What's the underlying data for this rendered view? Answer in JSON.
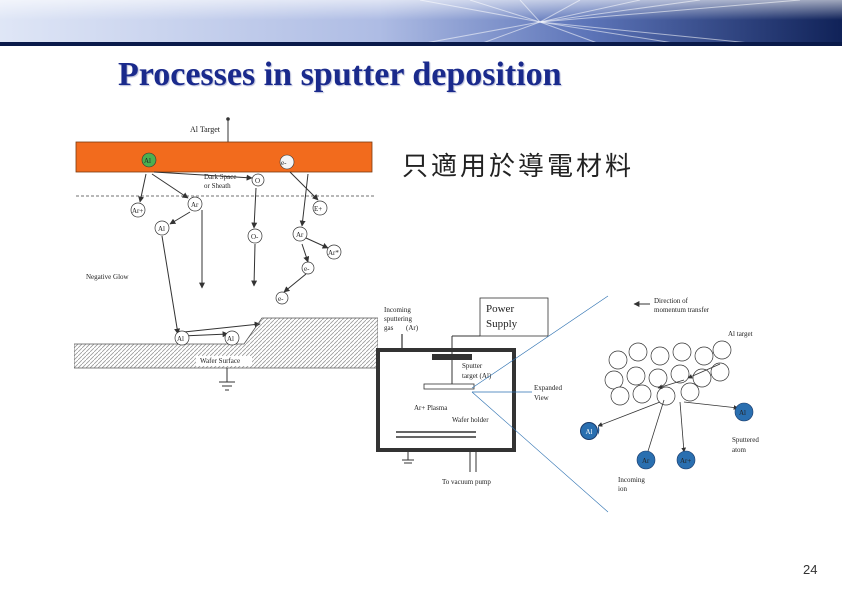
{
  "slide": {
    "title": "Processes in sputter deposition",
    "note": "只適用於導電材料",
    "page_number": "24"
  },
  "left_diagram": {
    "target_label": "Al Target",
    "target_al": "Al",
    "target_electron": "e-",
    "dark_space_line1": "Dark Space",
    "dark_space_line2": "or Sheath",
    "negative_glow": "Negative Glow",
    "wafer_surface": "Wafer Surface",
    "ions": {
      "ar_plus_left": "Ar+",
      "ar_1": "Ar",
      "o_1": "O",
      "e_plus_right": "E+",
      "al_1": "Al",
      "o_2": "O-",
      "ar_2": "Ar",
      "ar_star": "Ar*",
      "e_1": "e-",
      "e_2": "e-",
      "al_2": "Al",
      "al_3": "Al"
    }
  },
  "chamber_diagram": {
    "power_supply_line1": "Power",
    "power_supply_line2": "Supply",
    "gas_line1": "Incoming",
    "gas_line2": "sputtering",
    "gas_line3": "gas",
    "gas_line3b": "(Ar)",
    "target_line1": "Sputter",
    "target_line2": "target (Al)",
    "plasma": "Ar+   Plasma",
    "wafer_holder": "Wafer holder",
    "vacuum": "To vacuum pump",
    "expanded_line1": "Expanded",
    "expanded_line2": "View"
  },
  "expanded_view": {
    "momentum_line1": "Direction of",
    "momentum_line2": "momentum transfer",
    "al_target": "Al target",
    "al_right": "Al",
    "al_left": "Al",
    "ar": "Ar",
    "ar_plus": "Ar+",
    "sputtered_line1": "Sputtered",
    "sputtered_line2": "atom",
    "incoming_line1": "Incoming",
    "incoming_line2": "ion"
  },
  "colors": {
    "title": "#1a2a8c",
    "target_fill": "#f26b1d",
    "banner_dark": "#0a1a4a",
    "banner_light": "#c8d2ee"
  }
}
